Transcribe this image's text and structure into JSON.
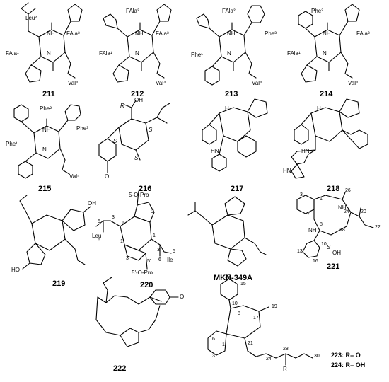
{
  "compounds": [
    {
      "id": "211",
      "residues": [
        "Leu²",
        "FAla³",
        "FAla¹",
        "Val⁴"
      ]
    },
    {
      "id": "212",
      "residues": [
        "FAla²",
        "FAla³",
        "FAla¹",
        "Val⁴"
      ]
    },
    {
      "id": "213",
      "residues": [
        "FAla²",
        "Phe³",
        "Phe¹",
        "Val⁴"
      ]
    },
    {
      "id": "214",
      "residues": [
        "Phe²",
        "FAla³",
        "FAla¹",
        "Val⁴"
      ]
    },
    {
      "id": "215",
      "residues": [
        "Phe²",
        "Phe³",
        "Phe¹",
        "Val⁴"
      ]
    },
    {
      "id": "216",
      "stereo": [
        "R",
        "S",
        "S",
        "S"
      ]
    },
    {
      "id": "217"
    },
    {
      "id": "218"
    },
    {
      "id": "219"
    },
    {
      "id": "220",
      "labels": [
        "5-O-Pro",
        "5'-O-Pro",
        "Leu",
        "Ile"
      ],
      "numbers": [
        "3",
        "5",
        "6",
        "1",
        "1'",
        "3",
        "5",
        "6",
        "1",
        "3'",
        "5'",
        "2"
      ]
    },
    {
      "id": "MKN-349A"
    },
    {
      "id": "221",
      "numbers": [
        "3",
        "1",
        "26",
        "24",
        "7",
        "20",
        "22",
        "8",
        "18",
        "13",
        "10",
        "16"
      ],
      "stereo": "S"
    },
    {
      "id": "222"
    },
    {
      "id": "223",
      "rlabel": "223: R= O"
    },
    {
      "id": "224",
      "rlabel": "224: R= OH"
    }
  ],
  "atoms": {
    "o": "O",
    "n": "N",
    "nh": "NH",
    "hn": "HN",
    "h": "H",
    "oh": "OH",
    "ho": "HO",
    "r": "R"
  },
  "numbers_223": [
    "13",
    "15",
    "10",
    "8",
    "17",
    "19",
    "6",
    "1",
    "21",
    "3",
    "24",
    "28",
    "30"
  ]
}
